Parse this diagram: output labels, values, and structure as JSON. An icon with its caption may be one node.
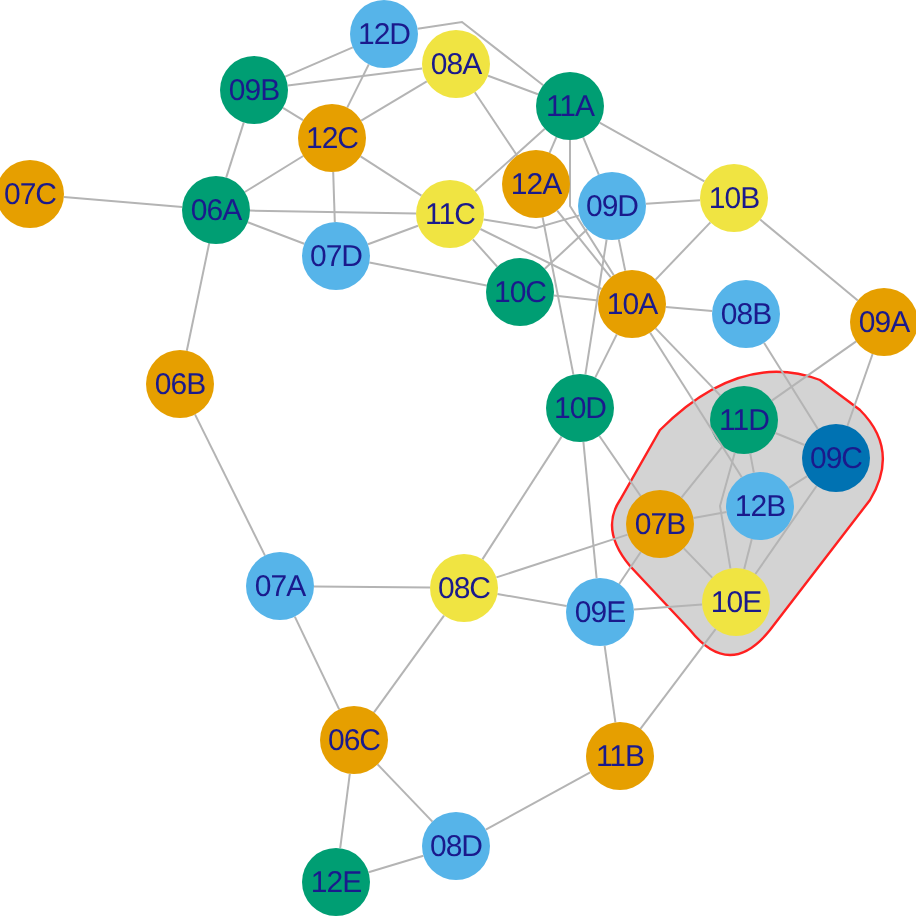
{
  "diagram": {
    "nodes": [
      {
        "text": [
          "12D"
        ]
      },
      {
        "text": [
          "08A"
        ]
      },
      {
        "text": [
          "09B"
        ]
      },
      {
        "text": [
          "11A"
        ]
      },
      {
        "text": [
          "12C"
        ]
      },
      {
        "text": [
          "12A"
        ]
      },
      {
        "text": [
          "07C"
        ]
      },
      {
        "text": [
          "10B"
        ]
      },
      {
        "text": [
          "09D"
        ]
      },
      {
        "text": [
          "06A"
        ]
      },
      {
        "text": [
          "11C"
        ]
      },
      {
        "text": [
          "07D"
        ]
      },
      {
        "text": [
          "10C"
        ]
      },
      {
        "text": [
          "10A"
        ]
      },
      {
        "text": [
          "08B"
        ]
      },
      {
        "text": [
          "09A"
        ]
      },
      {
        "text": [
          "06B"
        ]
      },
      {
        "text": [],
        "shape": "box"
      },
      {
        "text": [
          "10D"
        ]
      },
      {
        "text": [
          "11D"
        ],
        "in": 17
      },
      {
        "text": [
          "09C"
        ],
        "in": 17
      },
      {
        "text": [
          "12B"
        ],
        "in": 17
      },
      {
        "text": [
          "07B"
        ],
        "in": 17
      },
      {
        "text": [
          "08C"
        ]
      },
      {
        "text": [
          "07A"
        ]
      },
      {
        "text": [
          "10E"
        ],
        "in": 17
      },
      {
        "text": [
          "09E"
        ]
      },
      {
        "text": [
          "06C"
        ]
      },
      {
        "text": [
          "11B"
        ]
      },
      {
        "text": [
          "08D"
        ]
      },
      {
        "text": [
          "12E"
        ]
      }
    ],
    "edges": [
      {
        "from": 0,
        "to": 2,
        "arrow": "none"
      },
      {
        "from": 0,
        "to": 4,
        "arrow": "none"
      },
      {
        "from": 0,
        "to": 3,
        "arrow": "none"
      },
      {
        "from": 2,
        "to": 1,
        "arrow": "none"
      },
      {
        "from": 2,
        "to": 4,
        "arrow": "none"
      },
      {
        "from": 4,
        "to": 1,
        "arrow": "none"
      },
      {
        "from": 2,
        "to": 9,
        "arrow": "none"
      },
      {
        "from": 6,
        "to": 9,
        "arrow": "none"
      },
      {
        "from": 9,
        "to": 4,
        "arrow": "none"
      },
      {
        "from": 9,
        "to": 10,
        "arrow": "none"
      },
      {
        "from": 9,
        "to": 11,
        "arrow": "none"
      },
      {
        "from": 4,
        "to": 11,
        "arrow": "none"
      },
      {
        "from": 4,
        "to": 10,
        "arrow": "none"
      },
      {
        "from": 11,
        "to": 10,
        "arrow": "none"
      },
      {
        "from": 11,
        "to": 12,
        "arrow": "none"
      },
      {
        "from": 9,
        "to": 16,
        "arrow": "none"
      },
      {
        "from": 16,
        "to": 24,
        "arrow": "none"
      },
      {
        "from": 1,
        "to": 3,
        "arrow": "none"
      },
      {
        "from": 1,
        "to": 5,
        "arrow": "none"
      },
      {
        "from": 3,
        "to": 10,
        "arrow": "none"
      },
      {
        "from": 3,
        "to": 5,
        "arrow": "none"
      },
      {
        "from": 3,
        "to": 8,
        "arrow": "none"
      },
      {
        "from": 3,
        "to": 13,
        "arrow": "none"
      },
      {
        "from": 3,
        "to": 7,
        "arrow": "none"
      },
      {
        "from": 10,
        "to": 8,
        "arrow": "none"
      },
      {
        "from": 10,
        "to": 13,
        "arrow": "none"
      },
      {
        "from": 10,
        "to": 12,
        "arrow": "none"
      },
      {
        "from": 5,
        "to": 18,
        "arrow": "none"
      },
      {
        "from": 5,
        "to": 13,
        "arrow": "none"
      },
      {
        "from": 8,
        "to": 12,
        "arrow": "none"
      },
      {
        "from": 8,
        "to": 7,
        "arrow": "none"
      },
      {
        "from": 8,
        "to": 13,
        "arrow": "none"
      },
      {
        "from": 8,
        "to": 18,
        "arrow": "none"
      },
      {
        "from": 12,
        "to": 13,
        "arrow": "none"
      },
      {
        "from": 13,
        "to": 14,
        "arrow": "none"
      },
      {
        "from": 13,
        "to": 7,
        "arrow": "none"
      },
      {
        "from": 13,
        "to": 18,
        "arrow": "none"
      },
      {
        "from": 13,
        "to": 19,
        "arrow": "none"
      },
      {
        "from": 13,
        "to": 21,
        "arrow": "none"
      },
      {
        "from": 7,
        "to": 15,
        "arrow": "none"
      },
      {
        "from": 14,
        "to": 20,
        "arrow": "none"
      },
      {
        "from": 15,
        "to": 19,
        "arrow": "none"
      },
      {
        "from": 15,
        "to": 20,
        "arrow": "none"
      },
      {
        "from": 19,
        "to": 20,
        "arrow": "none"
      },
      {
        "from": 19,
        "to": 21,
        "arrow": "none"
      },
      {
        "from": 19,
        "to": 22,
        "arrow": "none"
      },
      {
        "from": 19,
        "to": 25,
        "arrow": "none"
      },
      {
        "from": 21,
        "to": 20,
        "arrow": "none"
      },
      {
        "from": 21,
        "to": 22,
        "arrow": "none"
      },
      {
        "from": 21,
        "to": 25,
        "arrow": "none"
      },
      {
        "from": 20,
        "to": 25,
        "arrow": "none"
      },
      {
        "from": 22,
        "to": 25,
        "arrow": "none"
      },
      {
        "from": 22,
        "to": 26,
        "arrow": "none"
      },
      {
        "from": 22,
        "to": 23,
        "arrow": "none"
      },
      {
        "from": 18,
        "to": 22,
        "arrow": "none"
      },
      {
        "from": 18,
        "to": 23,
        "arrow": "none"
      },
      {
        "from": 18,
        "to": 26,
        "arrow": "none"
      },
      {
        "from": 25,
        "to": 26,
        "arrow": "none"
      },
      {
        "from": 25,
        "to": 28,
        "arrow": "none"
      },
      {
        "from": 26,
        "to": 28,
        "arrow": "none"
      },
      {
        "from": 26,
        "to": 23,
        "arrow": "none"
      },
      {
        "from": 23,
        "to": 24,
        "arrow": "none"
      },
      {
        "from": 23,
        "to": 27,
        "arrow": "none"
      },
      {
        "from": 24,
        "to": 27,
        "arrow": "none"
      },
      {
        "from": 27,
        "to": 29,
        "arrow": "none"
      },
      {
        "from": 27,
        "to": 30,
        "arrow": "none"
      },
      {
        "from": 30,
        "to": 29,
        "arrow": "none"
      },
      {
        "from": 29,
        "to": 28,
        "arrow": "none"
      }
    ]
  }
}
